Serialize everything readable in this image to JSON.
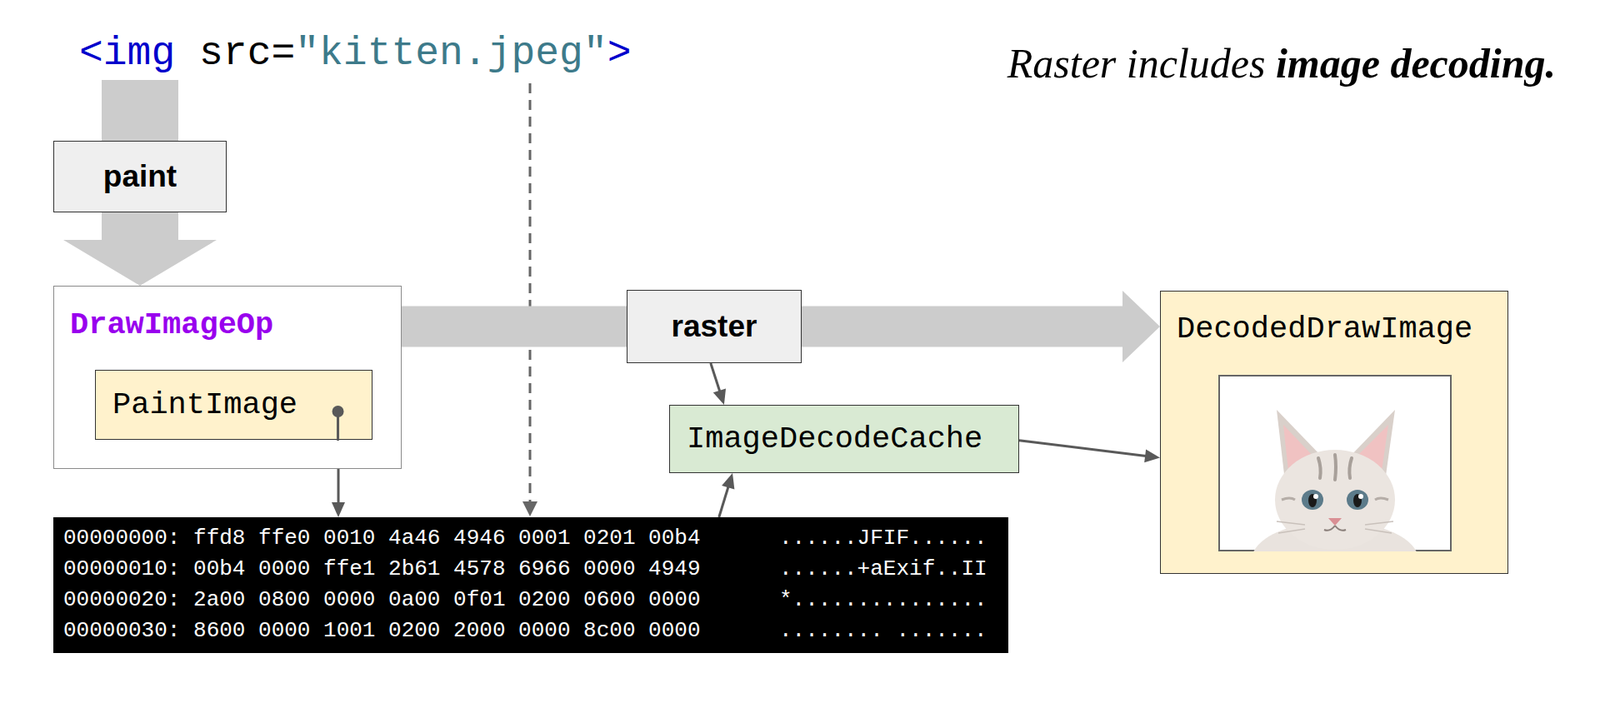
{
  "diagram": {
    "nodes": [
      {
        "text": [
          "paint"
        ]
      },
      {
        "text": [
          "DrawImageOp"
        ]
      },
      {
        "text": [
          "PaintImage"
        ],
        "in": 1
      },
      {
        "text": [
          "raster"
        ]
      },
      {
        "text": [
          "ImageDecodeCache"
        ]
      },
      {
        "text": [
          "DecodedDrawImage"
        ]
      },
      {
        "text": [
          "00000000: ffd8 ffe0 0010 4a46 4946 0001 0201 00b4",
          "......JFIF......",
          "00000010: 00b4 0000 ffe1 2b61 4578 6966 0000 4949",
          "......+aExif..II",
          "00000020: 2a00 0800 0000 0a00 0f01 0200 0600 0000",
          "*...............",
          "00000030: 8600 0000 1001 0200 2000 0000 8c00 0000",
          "........ ......."
        ]
      }
    ],
    "edges": [
      {
        "from": 0,
        "to": 1,
        "arrow": "to"
      },
      {
        "from": 1,
        "to": 5,
        "arrow": "to"
      },
      {
        "from": 2,
        "to": 6,
        "arrow": "to"
      },
      {
        "from": 3,
        "to": 4,
        "arrow": "to"
      },
      {
        "from": 6,
        "to": 4,
        "arrow": "to"
      },
      {
        "from": 4,
        "to": 5,
        "arrow": "to"
      }
    ],
    "labels": [
      "<img",
      "src=",
      "\"kitten.jpeg\"",
      ">",
      "Raster includes",
      "image decoding."
    ]
  }
}
